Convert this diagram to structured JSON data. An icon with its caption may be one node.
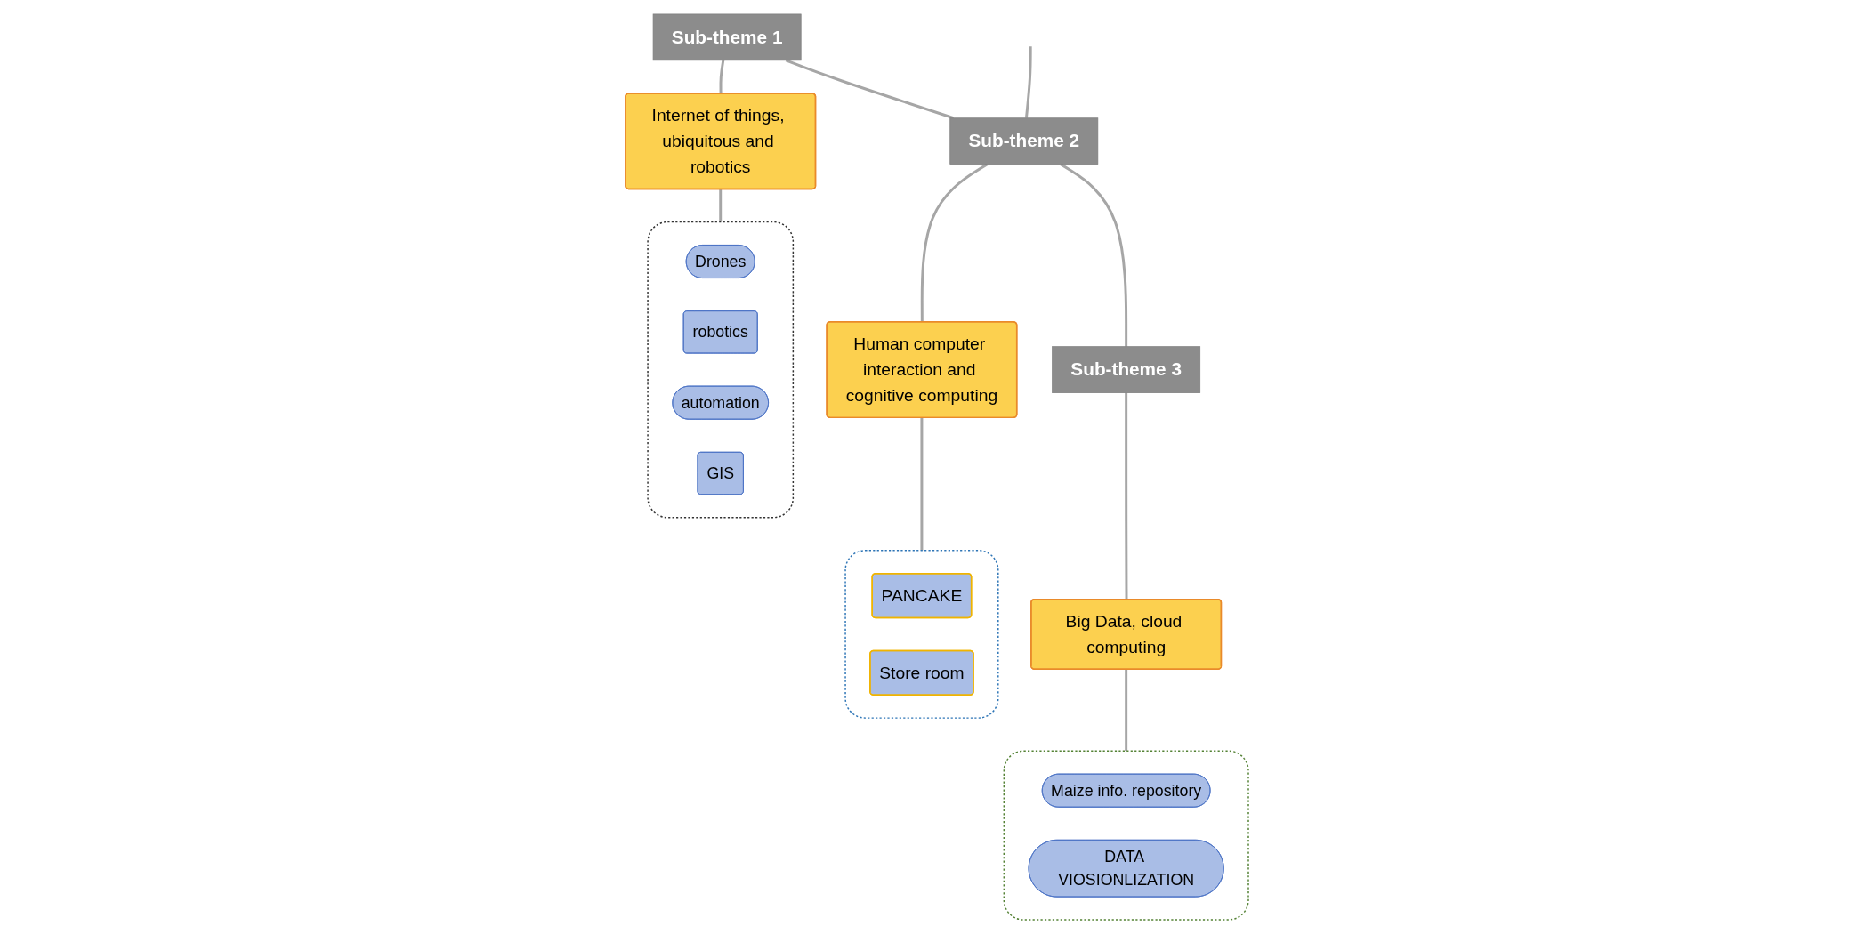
{
  "diagram": {
    "nodes": [
      {
        "text": [
          "Sub-theme 1"
        ]
      },
      {
        "text": [
          "Sub-theme 2"
        ]
      },
      {
        "text": [
          "Sub-theme 3"
        ]
      },
      {
        "text": [
          "Internet of things, ubiquitous and robotics"
        ]
      },
      {
        "text": [
          "Human computer interaction and cognitive computing"
        ]
      },
      {
        "text": [
          "Big Data, cloud computing"
        ]
      },
      {
        "text": [],
        "shape": "box"
      },
      {
        "text": [
          "Drones"
        ],
        "in": 6
      },
      {
        "text": [
          "robotics"
        ],
        "in": 6
      },
      {
        "text": [
          "automation"
        ],
        "in": 6
      },
      {
        "text": [
          "GIS"
        ],
        "in": 6
      },
      {
        "text": [],
        "shape": "box"
      },
      {
        "text": [
          "PANCAKE"
        ],
        "in": 11
      },
      {
        "text": [
          "Store room"
        ],
        "in": 11
      },
      {
        "text": [],
        "shape": "box"
      },
      {
        "text": [
          "Maize info. repository"
        ],
        "in": 14
      },
      {
        "text": [
          "DATA VIOSIONLIZATION"
        ],
        "in": 14
      }
    ],
    "edges": [
      {
        "from": null,
        "to": 1,
        "arrow": "none"
      },
      {
        "from": 0,
        "to": 1,
        "arrow": "none"
      },
      {
        "from": 1,
        "to": 2,
        "arrow": "none"
      },
      {
        "from": 0,
        "to": 3,
        "arrow": "none"
      },
      {
        "from": 1,
        "to": 4,
        "arrow": "none"
      },
      {
        "from": 2,
        "to": 5,
        "arrow": "none"
      },
      {
        "from": 3,
        "to": 6,
        "arrow": "none"
      },
      {
        "from": 4,
        "to": 11,
        "arrow": "none"
      },
      {
        "from": 5,
        "to": 14,
        "arrow": "none"
      }
    ]
  }
}
